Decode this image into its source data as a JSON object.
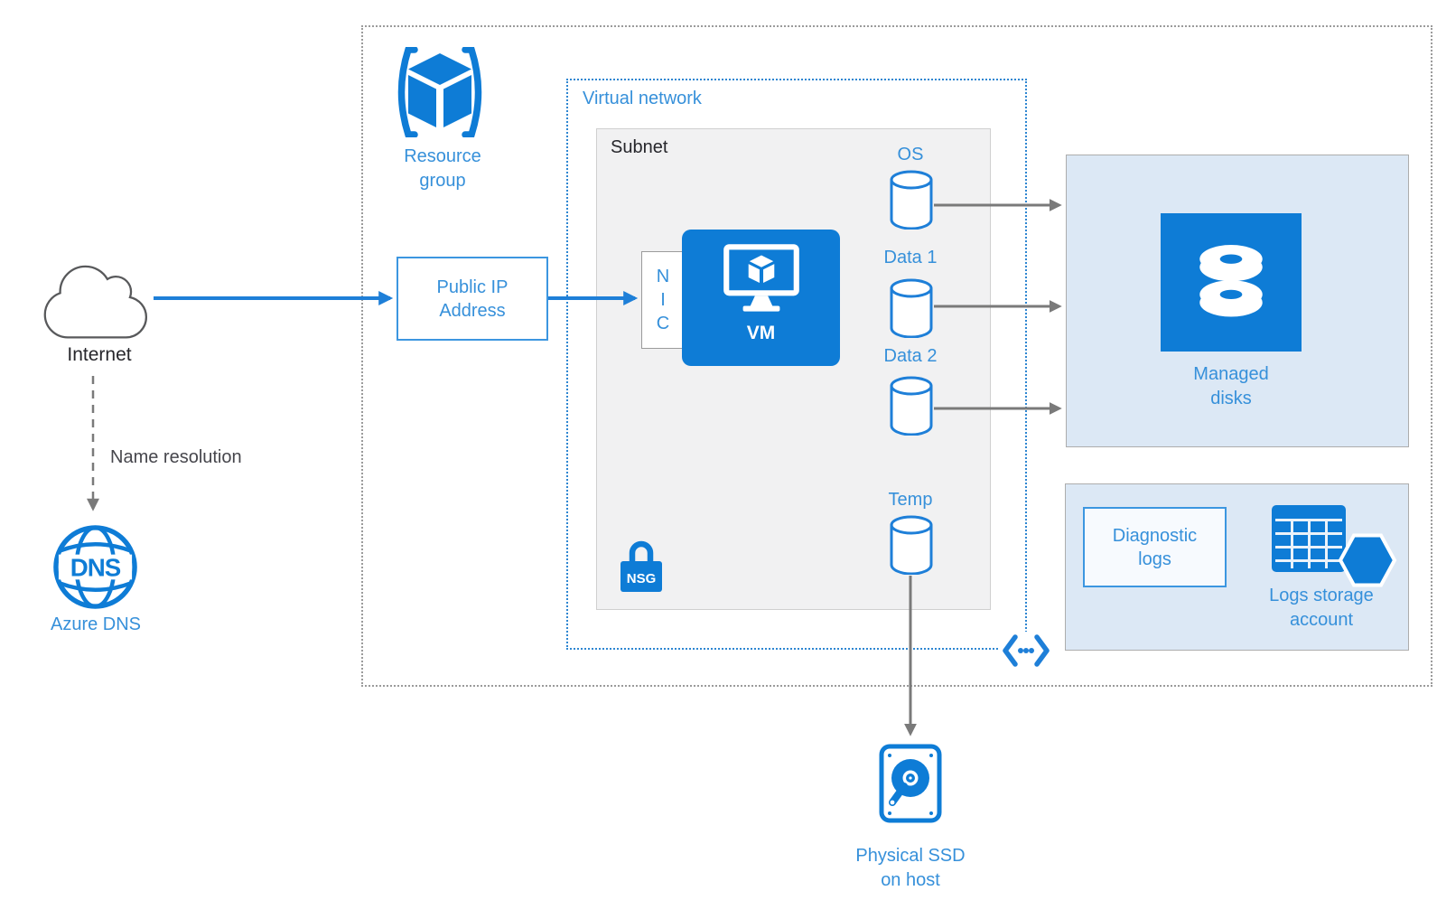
{
  "internet": {
    "label": "Internet"
  },
  "name_resolution": {
    "label": "Name resolution"
  },
  "azure_dns": {
    "icon_text": "DNS",
    "label": "Azure DNS"
  },
  "resource_group": {
    "line1": "Resource",
    "line2": "group"
  },
  "virtual_network": {
    "label": "Virtual network"
  },
  "subnet": {
    "label": "Subnet"
  },
  "public_ip": {
    "line1": "Public IP",
    "line2": "Address"
  },
  "nic": {
    "n": "N",
    "i": "I",
    "c": "C"
  },
  "vm": {
    "label": "VM"
  },
  "disks": {
    "os": "OS",
    "data1": "Data 1",
    "data2": "Data 2",
    "temp": "Temp"
  },
  "nsg": {
    "label": "NSG"
  },
  "managed_disks": {
    "line1": "Managed",
    "line2": "disks"
  },
  "diagnostic_logs": {
    "line1": "Diagnostic",
    "line2": "logs"
  },
  "logs_storage": {
    "line1": "Logs storage",
    "line2": "account"
  },
  "physical_ssd": {
    "line1": "Physical SSD",
    "line2": "on host"
  },
  "colors": {
    "icon_blue": "#0E7CD6",
    "label_blue": "#3690DA",
    "arrow_blue": "#1E7FD8",
    "arrow_gray": "#7A7A7A",
    "panel_light_blue": "#DCE8F5",
    "subnet_gray": "#F1F1F2",
    "vnet_border_blue": "#2E86D1",
    "resource_group_border_gray": "#9B9B9B"
  }
}
